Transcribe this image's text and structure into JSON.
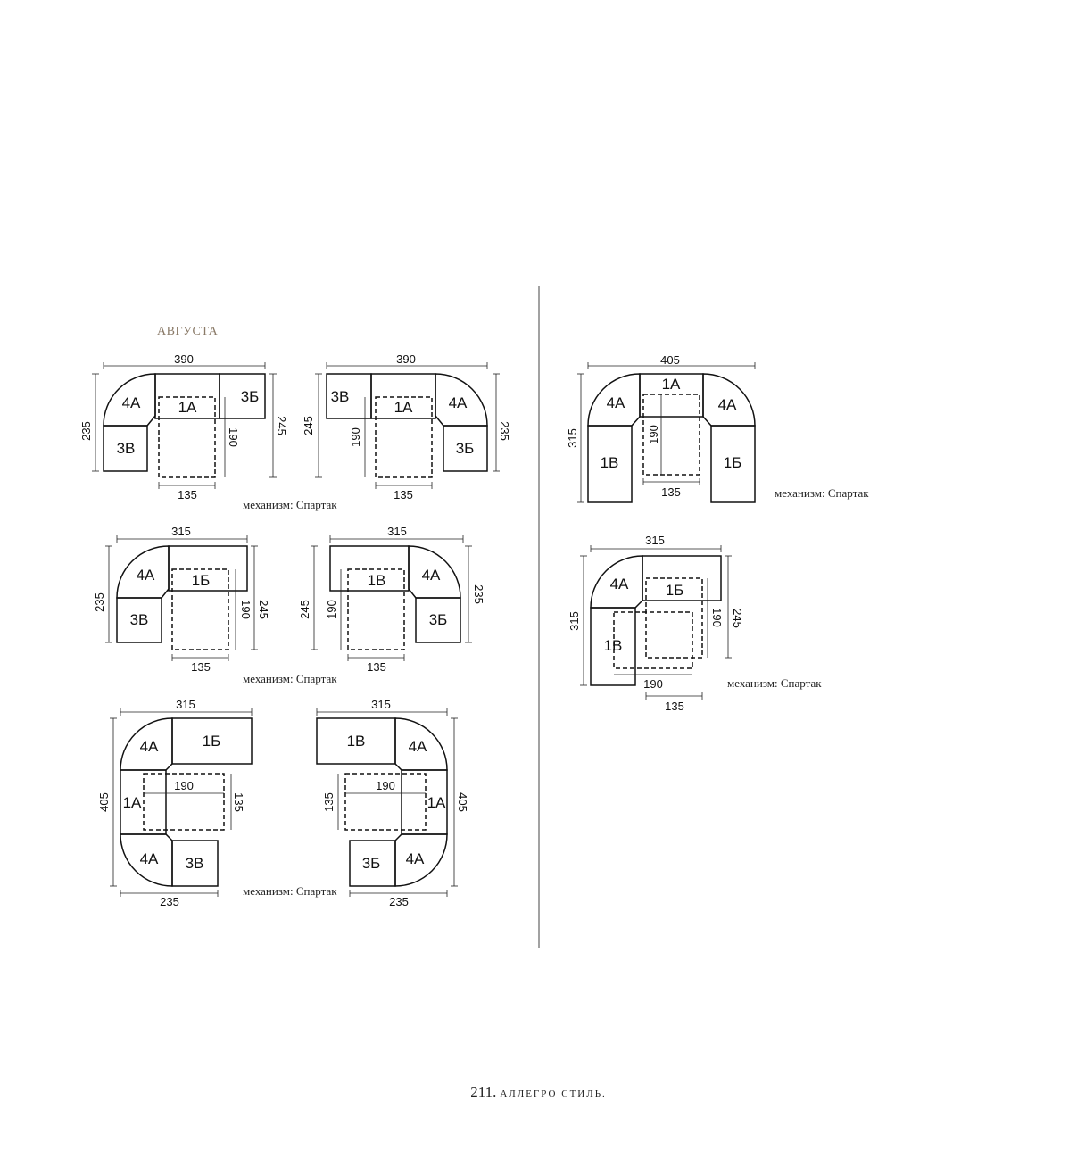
{
  "series_title": "АВГУСТА",
  "mechanism_text": "механизм: Спартак",
  "footer": {
    "page_number": "211.",
    "brand": "АЛЛЕГРО СТИЛЬ."
  },
  "modules": {
    "m1a": "1А",
    "m1b": "1Б",
    "m1v": "1В",
    "m3b": "3Б",
    "m3v": "3В",
    "m4a": "4А"
  },
  "dims": {
    "d135": "135",
    "d190": "190",
    "d235": "235",
    "d245": "245",
    "d315": "315",
    "d390": "390",
    "d405": "405"
  }
}
